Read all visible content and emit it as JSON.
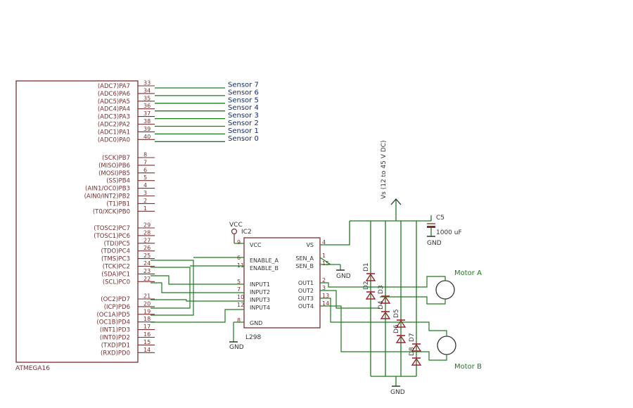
{
  "mcu": {
    "name": "ATMEGA16",
    "pins_a": [
      {
        "label": "(ADC7)PA7",
        "num": "33"
      },
      {
        "label": "(ADC6)PA6",
        "num": "34"
      },
      {
        "label": "(ADC5)PA5",
        "num": "35"
      },
      {
        "label": "(ADC4)PA4",
        "num": "36"
      },
      {
        "label": "(ADC3)PA3",
        "num": "37"
      },
      {
        "label": "(ADC2)PA2",
        "num": "38"
      },
      {
        "label": "(ADC1)PA1",
        "num": "39"
      },
      {
        "label": "(ADC0)PA0",
        "num": "40"
      }
    ],
    "pins_b": [
      {
        "label": "(SCK)PB7",
        "num": "8"
      },
      {
        "label": "(MISO)PB6",
        "num": "7"
      },
      {
        "label": "(MOSI)PB5",
        "num": "6"
      },
      {
        "label": "(SS)PB4",
        "num": "5"
      },
      {
        "label": "(AIN1/OC0)PB3",
        "num": "4"
      },
      {
        "label": "(AIN0/INT2)PB2",
        "num": "3"
      },
      {
        "label": "(T1)PB1",
        "num": "2"
      },
      {
        "label": "(T0/XCK)PB0",
        "num": "1"
      }
    ],
    "pins_c": [
      {
        "label": "(TOSC2)PC7",
        "num": "29"
      },
      {
        "label": "(TOSC1)PC6",
        "num": "28"
      },
      {
        "label": "(TDI)PC5",
        "num": "27"
      },
      {
        "label": "(TDO)PC4",
        "num": "26"
      },
      {
        "label": "(TMS)PC3",
        "num": "25"
      },
      {
        "label": "(TCK)PC2",
        "num": "24"
      },
      {
        "label": "(SDA)PC1",
        "num": "23"
      },
      {
        "label": "(SCL)PC0",
        "num": "22"
      }
    ],
    "pins_d": [
      {
        "label": "(OC2)PD7",
        "num": "21"
      },
      {
        "label": "(ICP)PD6",
        "num": "20"
      },
      {
        "label": "(OC1A)PD5",
        "num": "19"
      },
      {
        "label": "(OC1B)PD4",
        "num": "18"
      },
      {
        "label": "(INT1)PD3",
        "num": "17"
      },
      {
        "label": "(INT0)PD2",
        "num": "16"
      },
      {
        "label": "(TXD)PD1",
        "num": "15"
      },
      {
        "label": "(RXD)PD0",
        "num": "14"
      }
    ]
  },
  "sensors": [
    "Sensor 7",
    "Sensor 6",
    "Sensor 5",
    "Sensor 4",
    "Sensor 3",
    "Sensor 2",
    "Sensor 1",
    "Sensor 0"
  ],
  "driver": {
    "name": "L298",
    "ref": "IC2",
    "vcc": "VCC",
    "gnd": "GND",
    "left_pins": [
      {
        "label": "VCC",
        "num": "9"
      },
      {
        "label": "ENABLE_A",
        "num": "6"
      },
      {
        "label": "ENABLE_B",
        "num": "11"
      },
      {
        "label": "INPUT1",
        "num": "5"
      },
      {
        "label": "INPUT2",
        "num": "7"
      },
      {
        "label": "INPUT3",
        "num": "10"
      },
      {
        "label": "INPUT4",
        "num": "12"
      },
      {
        "label": "GND",
        "num": "8"
      }
    ],
    "right_pins": [
      {
        "label": "VS",
        "num": "4"
      },
      {
        "label": "SEN_A",
        "num": "1"
      },
      {
        "label": "SEN_B",
        "num": "15"
      },
      {
        "label": "OUT1",
        "num": "2"
      },
      {
        "label": "OUT2",
        "num": "3"
      },
      {
        "label": "OUT3",
        "num": "13"
      },
      {
        "label": "OUT4",
        "num": "14"
      }
    ]
  },
  "power": {
    "vs_label": "Vs (12 to 45 V DC)",
    "cap_ref": "C5",
    "cap_value": "1000 uF",
    "gnd_cap": "GND",
    "gnd_sense": "GND",
    "gnd_bottom": "GND"
  },
  "diodes": [
    "D1",
    "D2",
    "D3",
    "D4",
    "D5",
    "D6",
    "D7",
    "D8"
  ],
  "motors": {
    "a": "Motor A",
    "b": "Motor B"
  }
}
